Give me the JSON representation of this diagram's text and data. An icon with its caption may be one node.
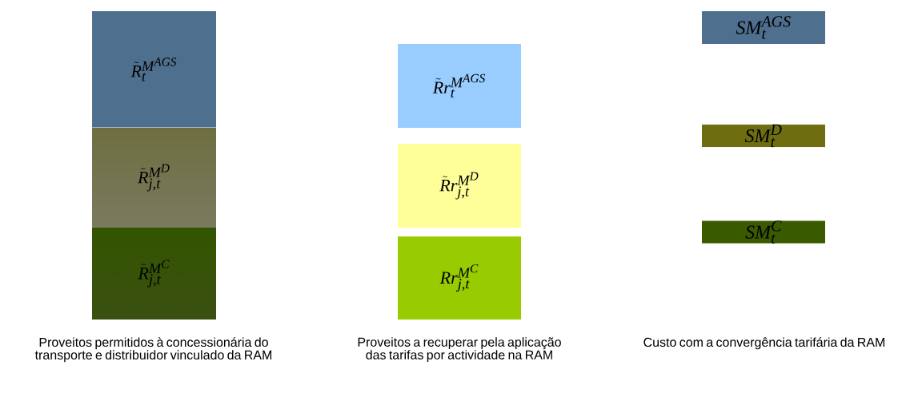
{
  "diagram": {
    "nodes": [
      {
        "text": [
          "\\tilde{R}_{t}^{M^{AGS}}"
        ]
      },
      {
        "text": [
          "\\tilde{R}_{j,t}^{M^{D}}"
        ]
      },
      {
        "text": [
          "\\tilde{R}_{j,t}^{M^{C}}"
        ]
      },
      {
        "text": [
          "\\tilde{R}r_{t}^{M^{AGS}}"
        ]
      },
      {
        "text": [
          "\\tilde{R}r_{j,t}^{M^{D}}"
        ]
      },
      {
        "text": [
          "Rr_{j,t}^{M^{C}}"
        ]
      },
      {
        "text": [
          "SM_{t}^{AGS}"
        ]
      },
      {
        "text": [
          "SM_{t}^{D}"
        ]
      },
      {
        "text": [
          "SM_{t}^{C}"
        ]
      }
    ],
    "labels": [
      "Proveitos permitidos à concessionária do transporte e distribuidor vinculado da RAM",
      "Proveitos a recuperar pela aplicação das tarifas por actividade na RAM",
      "Custo com a convergência tarifária da RAM"
    ]
  }
}
